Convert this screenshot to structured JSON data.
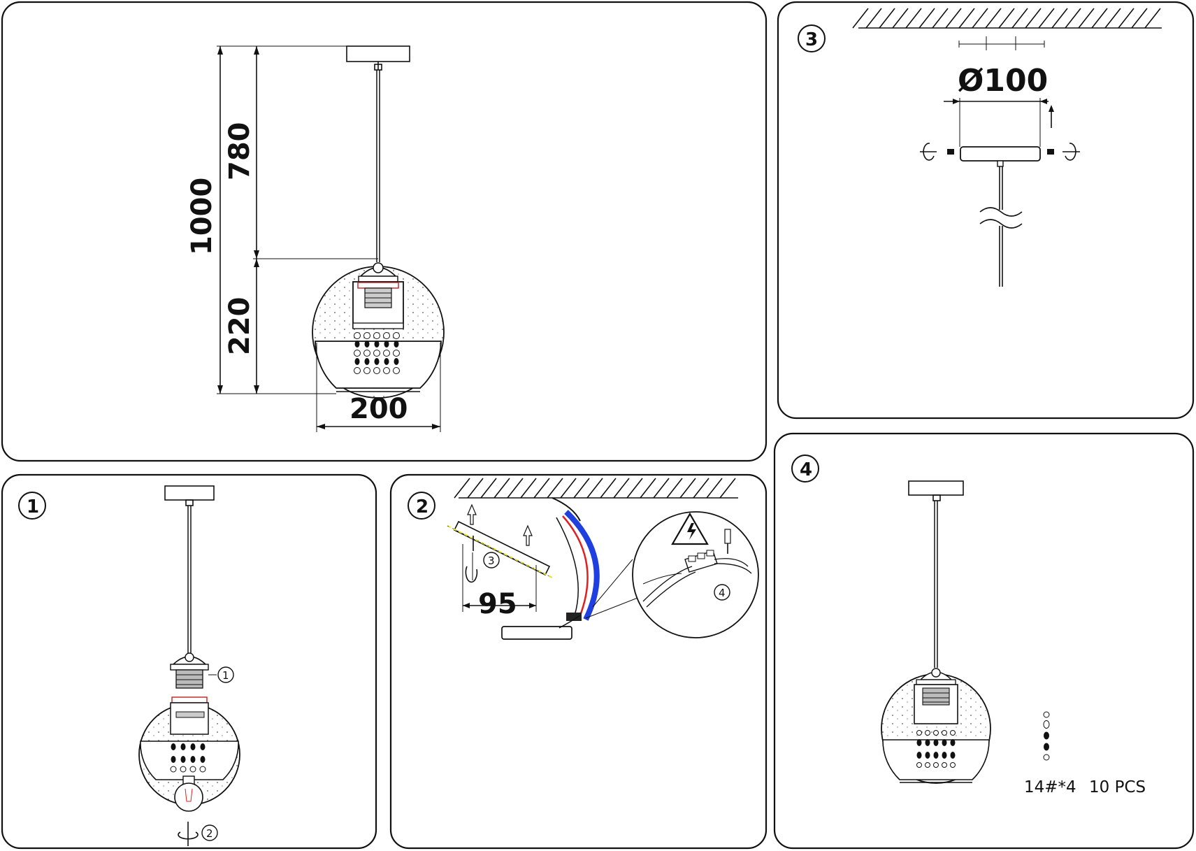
{
  "dimensions": {
    "total_height": "1000",
    "cord_length": "780",
    "shade_height": "220",
    "shade_width": "200",
    "canopy_diameter": "Ø100",
    "bracket_spacing": "95"
  },
  "steps": {
    "step1": "1",
    "step2": "2",
    "step3": "3",
    "step4": "4"
  },
  "callouts": {
    "c1": "1",
    "c2": "2",
    "c3": "3",
    "c4": "4"
  },
  "parts": {
    "crystal_spec": "14#*4",
    "crystal_qty": "10 PCS"
  },
  "icons": {
    "warning": "high-voltage-warning-icon",
    "rotate": "rotate-arrow-icon"
  },
  "colors": {
    "line": "#111111",
    "wire_red": "#e02020",
    "wire_blue": "#1f3fe0",
    "wire_yellow": "#e8e020"
  }
}
